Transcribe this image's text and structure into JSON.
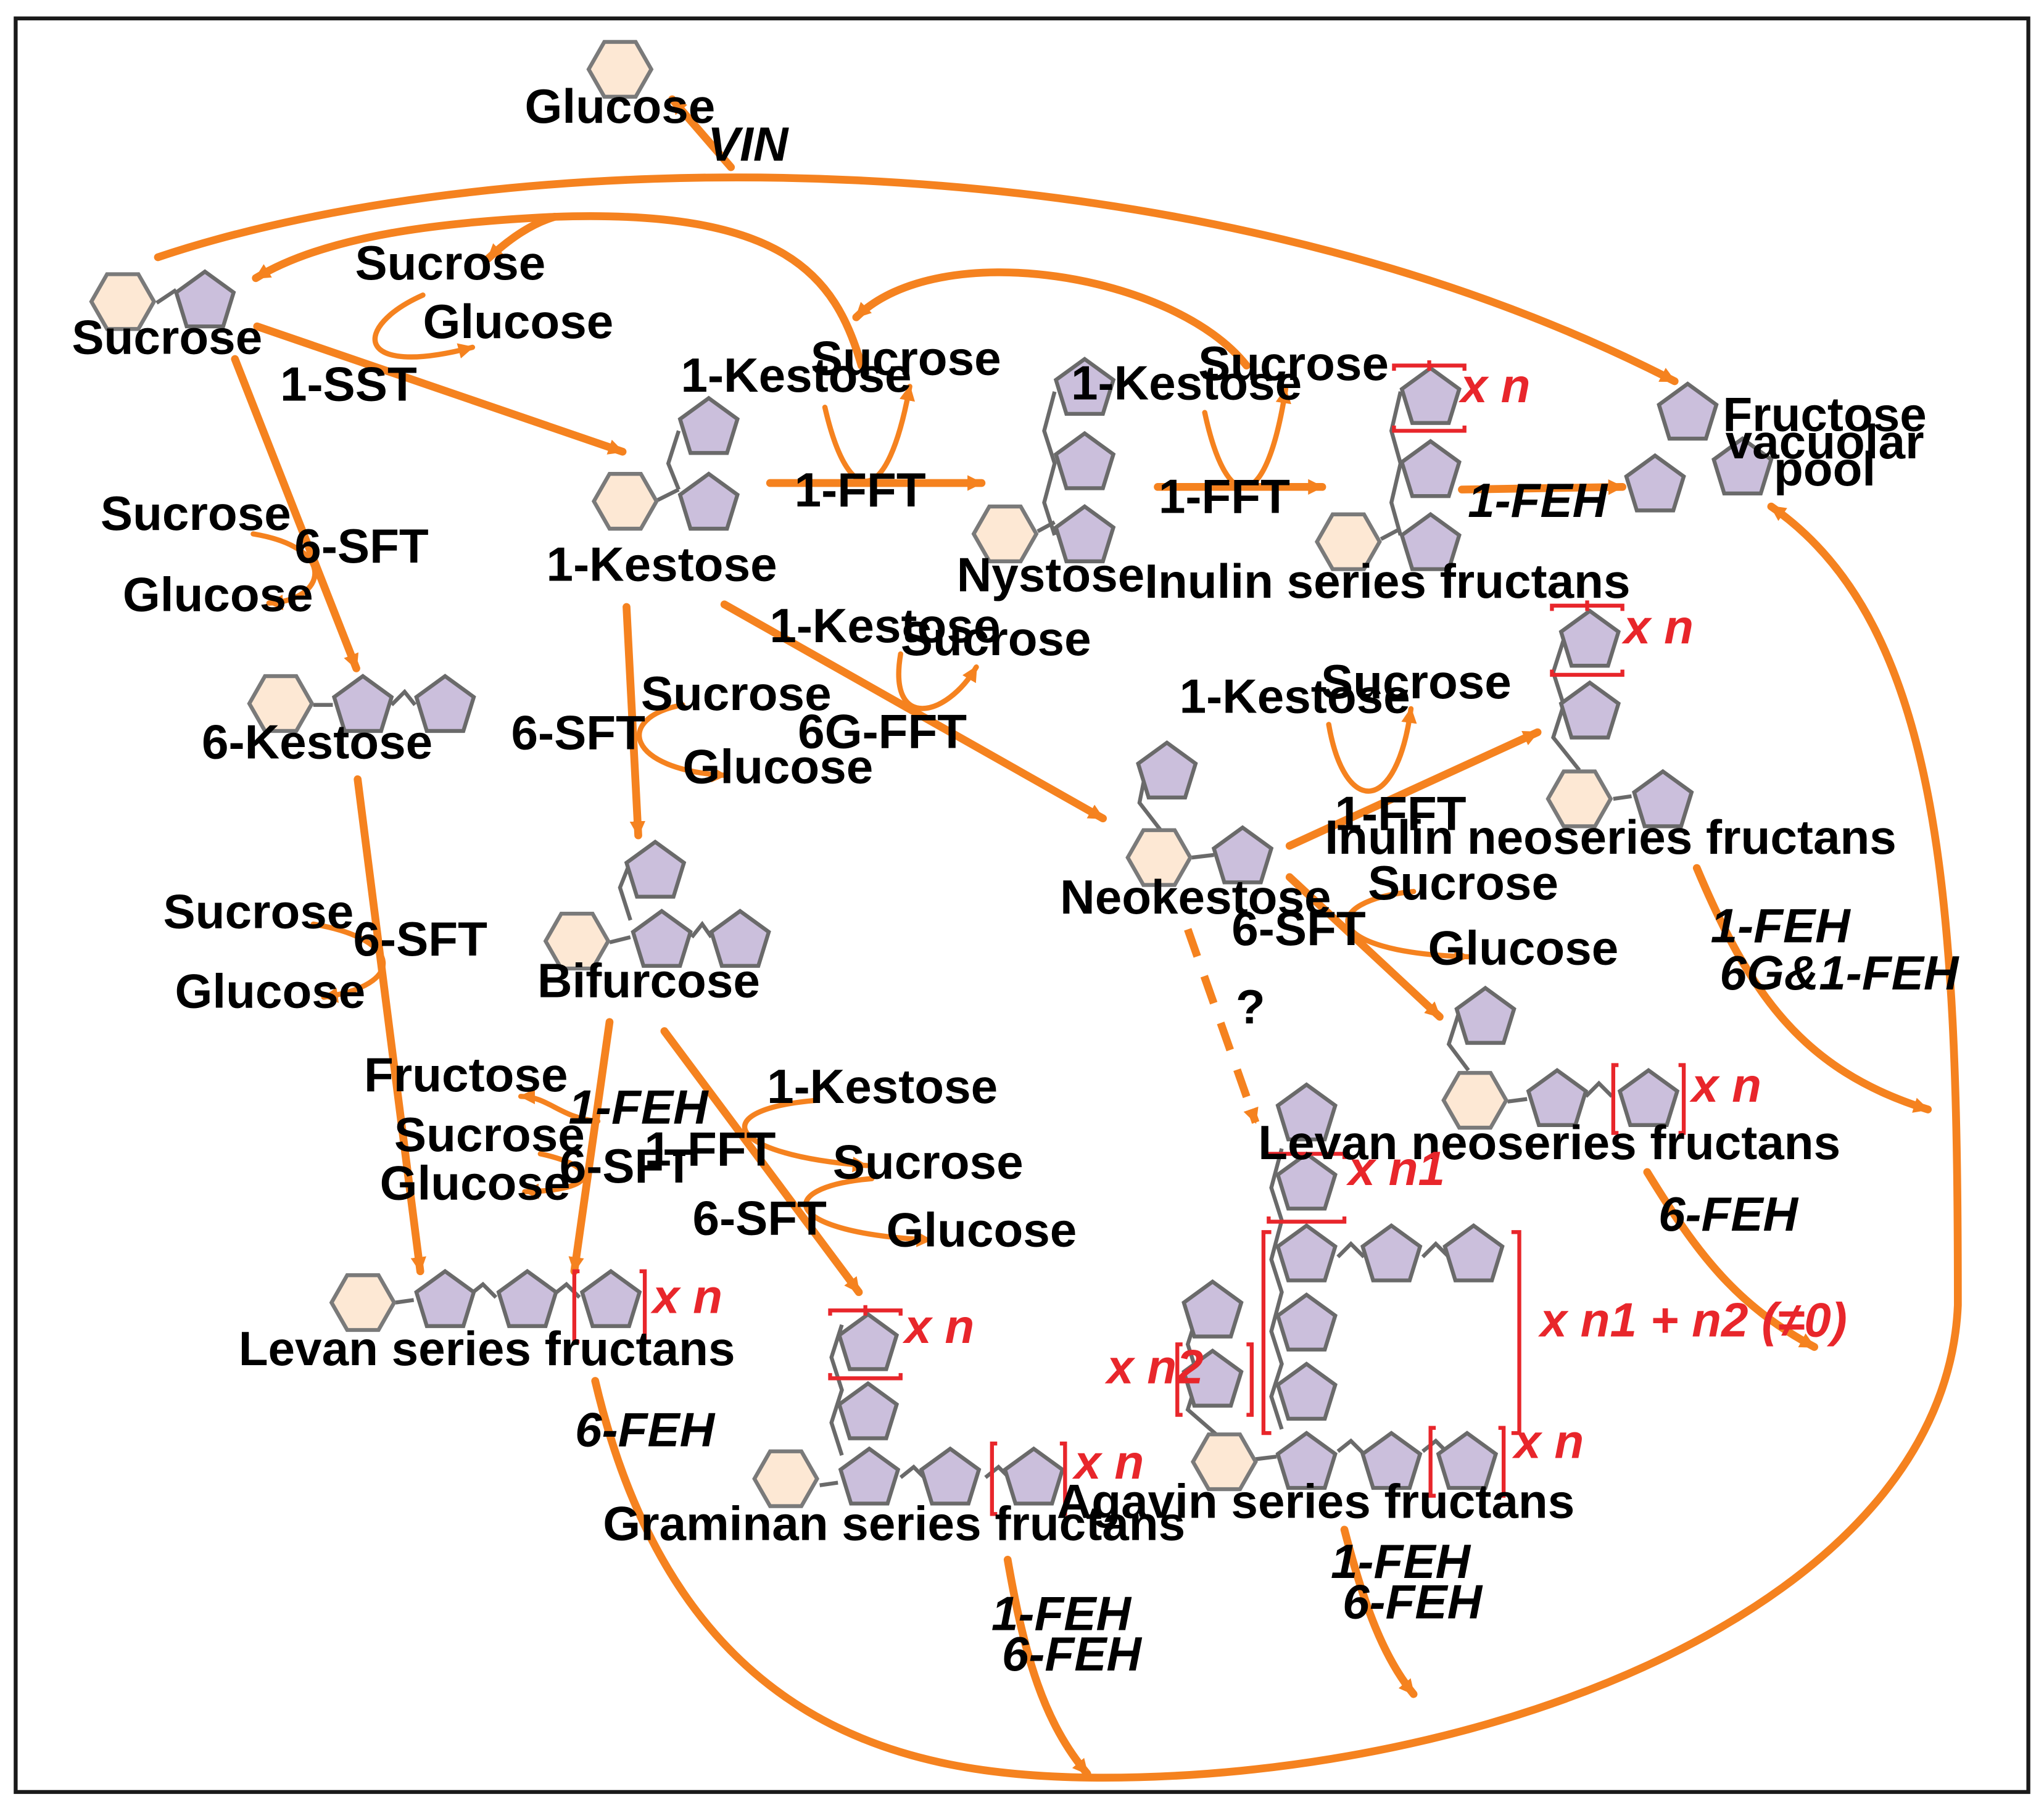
{
  "labels": {
    "glucose_top": "Glucose",
    "sucrose_main": "Sucrose",
    "sucrose_recycle": "Sucrose",
    "glucose_recycle": "Glucose",
    "kestose1_a": "1-Kestose",
    "sucrose_a": "Sucrose",
    "kestose1_b": "1-Kestose",
    "sucrose_b": "Sucrose",
    "kestose1": "1-Kestose",
    "nystose": "Nystose",
    "inulin": "Inulin series fructans",
    "fructose_pool": [
      "Fructose",
      "vacuolar",
      "pool"
    ],
    "sucrose_6k": "Sucrose",
    "glucose_6k": "Glucose",
    "kestose6": "6-Kestose",
    "sucrose_bif": "Sucrose",
    "glucose_bif": "Glucose",
    "kestose1_6g": "1-Kestose",
    "sucrose_6g": "Sucrose",
    "kestose1_neo": "1-Kestose",
    "sucrose_neo": "Sucrose",
    "inulin_neo": "Inulin neoseries fructans",
    "neokestose": "Neokestose",
    "sucrose_lneo": "Sucrose",
    "glucose_lneo": "Glucose",
    "levan_neo": "Levan neoseries fructans",
    "sucrose_lev": "Sucrose",
    "glucose_lev": "Glucose",
    "bifurcose": "Bifurcose",
    "fructose_bif": "Fructose",
    "sucrose_bif2": "Sucrose",
    "glucose_bif2": "Glucose",
    "kestose1_gram": "1-Kestose",
    "sucrose_gram": "Sucrose",
    "glucose_gram": "Glucose",
    "levan": "Levan series fructans",
    "graminan": "Graminan series fructans",
    "agavin": "Agavin series fructans",
    "question": "?"
  },
  "enzymes": {
    "vin": "VIN",
    "sst1": "1-SST",
    "fft1_a": "1-FFT",
    "fft1_b": "1-FFT",
    "feh1_inulin": "1-FEH",
    "sft6_a": "6-SFT",
    "sft6_b": "6-SFT",
    "fft6g": "6G-FFT",
    "fft1_neo": "1-FFT",
    "sft6_neo": "6-SFT",
    "feh1_neo": "1-FEH",
    "feh6g1_neo": "6G&1-FEH",
    "sft6_lev": "6-SFT",
    "feh1_bif": "1-FEH",
    "sft6_bif": "6-SFT",
    "fft1_gram": "1-FFT",
    "sft6_gram": "6-SFT",
    "feh6_levneo": "6-FEH",
    "feh6_levan": "6-FEH",
    "feh1_gram": "1-FEH",
    "feh6_gram": "6-FEH",
    "feh1_agavin": "1-FEH",
    "feh6_agavin": "6-FEH"
  },
  "multipliers": {
    "x": "x",
    "n": "n",
    "n1": "n1",
    "n2": "n2",
    "n1n2": "n1 + n2 (≠0)"
  },
  "colors": {
    "arrow": "#f5821f",
    "glucose_unit": "#fde8d4",
    "fructose_unit": "#cbbfdc",
    "repeat_bracket": "#e8262b"
  }
}
